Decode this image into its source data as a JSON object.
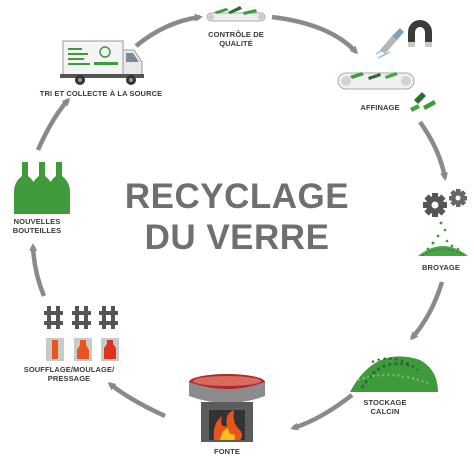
{
  "title": {
    "line1": "RECYCLAGE",
    "line2": "DU VERRE"
  },
  "steps": [
    {
      "id": "collecte",
      "label": "TRI ET COLLECTE À LA SOURCE",
      "icon": "delivery-truck-icon"
    },
    {
      "id": "controle",
      "label": "CONTRÔLE DE\nQUALITÉ",
      "icon": "conveyor-belt-icon"
    },
    {
      "id": "affinage",
      "label": "AFFINAGE",
      "icon": "magnet-sorting-icon"
    },
    {
      "id": "broyage",
      "label": "BROYAGE",
      "icon": "crushing-gears-icon"
    },
    {
      "id": "stockage",
      "label": "STOCKAGE\nCALCIN",
      "icon": "cullet-pile-icon"
    },
    {
      "id": "fonte",
      "label": "FONTE",
      "icon": "furnace-icon"
    },
    {
      "id": "soufflage",
      "label": "SOUFFLAGE/MOULAGE/\nPRESSAGE",
      "icon": "glass-mould-icon"
    },
    {
      "id": "bouteilles",
      "label": "NOUVELLES\nBOUTEILLES",
      "icon": "green-bottles-icon"
    }
  ],
  "colors": {
    "arrow": "#8a8a8a",
    "title": "#6f6f6f",
    "label": "#3a3a3a",
    "glass_green": "#3f9a3b",
    "dark_green": "#2c6e2e",
    "fire": "#e8541b",
    "mould_grey": "#555555"
  }
}
